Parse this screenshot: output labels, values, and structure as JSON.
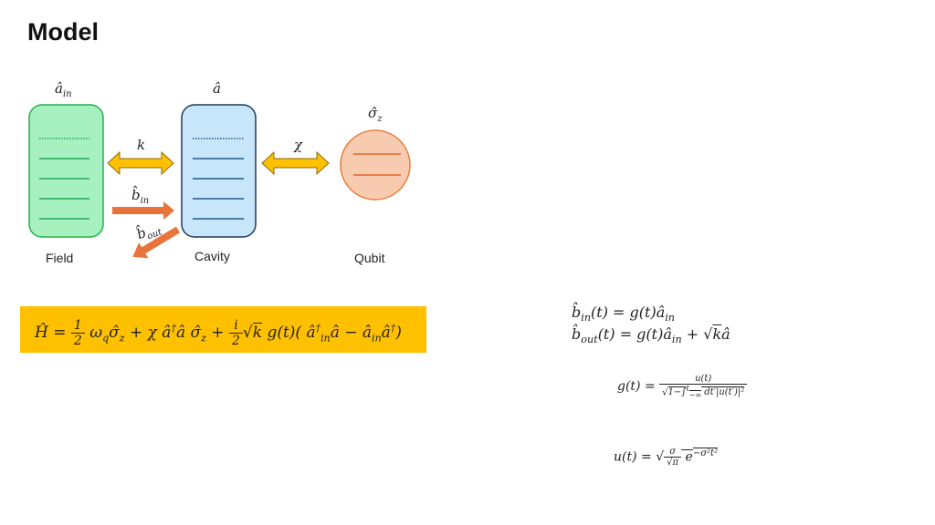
{
  "title": "Model",
  "labels": {
    "field": "Field",
    "cavity": "Cavity",
    "qubit": "Qubit"
  },
  "operators": {
    "a_in": "âᵢₙ",
    "a": "â",
    "sigma_z": "σ̂z",
    "k": "k",
    "chi": "χ",
    "b_in": "b̂ᵢₙ",
    "b_out": "b̂ₒᵤₜ"
  },
  "equations": {
    "hamiltonian": "Ĥ = ½ ω_q σ̂z + χ â†â σ̂z + (i/2) √k g(t)( â†in â − âin â† )",
    "b_in": "b̂in(t) = g(t)âin",
    "b_out": "b̂out(t) = g(t)âin + √k â",
    "g_def": "g(t) = u(t) / √(1 − ∫₋∞ᵗ dt′|u(t′)|²)",
    "u_def": "u(t) = √(σ/√π) e^(−σ²t²)"
  },
  "colors": {
    "field_fill": "#a7f0c0",
    "field_stroke": "#22b14c",
    "cavity_fill": "#c8e6fa",
    "cavity_stroke": "#1f3a5a",
    "qubit_fill": "#f8cbb0",
    "qubit_stroke": "#e87a3a",
    "coupling_arrow": "#ffc000",
    "io_arrow": "#e8743b",
    "hamiltonian_box": "#ffc000"
  }
}
